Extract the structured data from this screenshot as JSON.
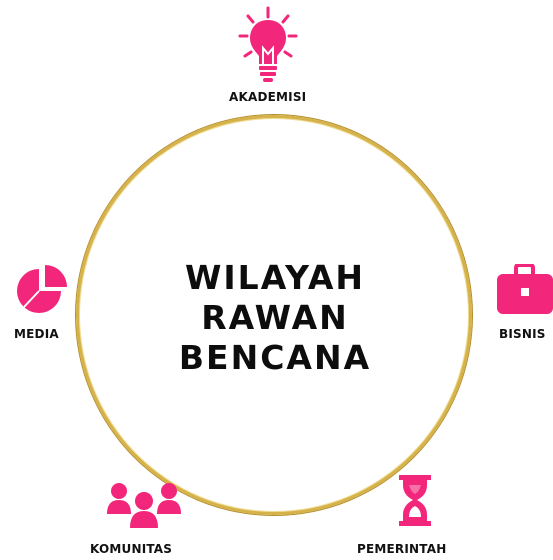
{
  "center": {
    "line1": "WILAYAH",
    "line2": "RAWAN",
    "line3": "BENCANA"
  },
  "nodes": {
    "akademisi": {
      "label": "AKADEMISI",
      "icon": "lightbulb-icon"
    },
    "media": {
      "label": "MEDIA",
      "icon": "pie-chart-icon"
    },
    "bisnis": {
      "label": "BISNIS",
      "icon": "briefcase-icon"
    },
    "komunitas": {
      "label": "KOMUNITAS",
      "icon": "people-icon"
    },
    "pemerintah": {
      "label": "PEMERINTAH",
      "icon": "hourglass-icon"
    }
  },
  "colors": {
    "accent": "#f2267a",
    "ring": "#d6b24a",
    "text": "#111111"
  }
}
